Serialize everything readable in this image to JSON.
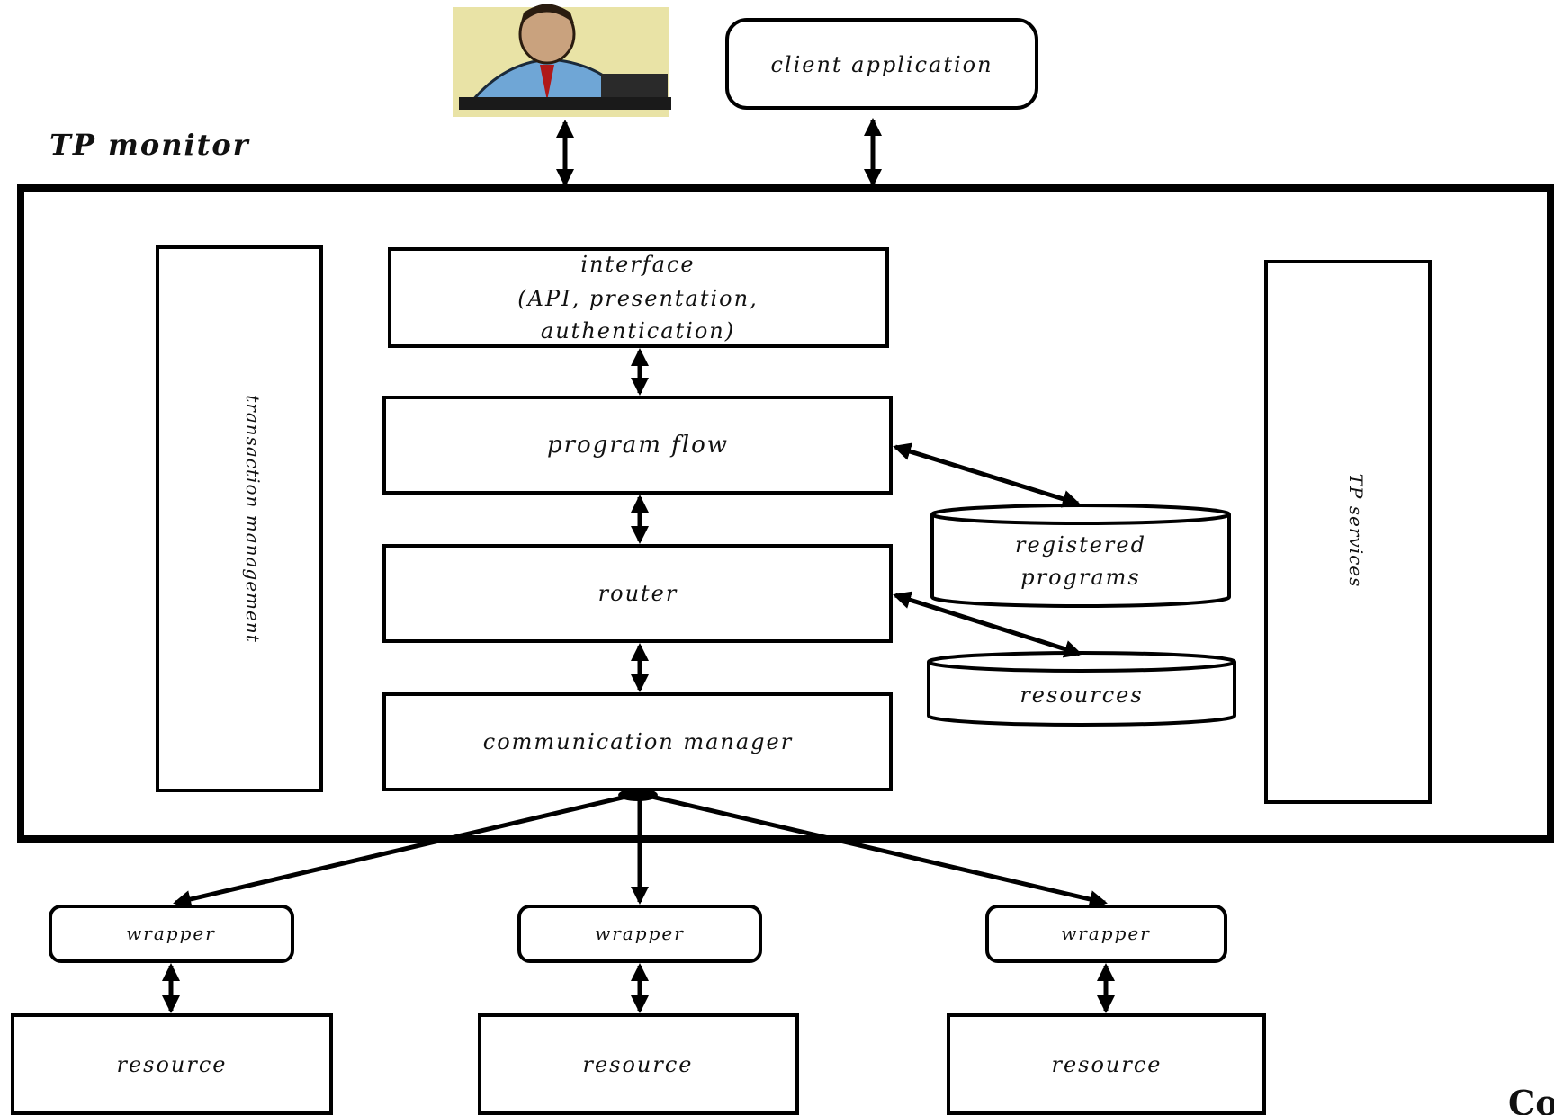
{
  "diagram": {
    "title": "TP monitor",
    "client_application": "client application",
    "transaction_management": "transaction management",
    "interface_lines": [
      "interface",
      "(API, presentation,",
      "authentication)"
    ],
    "program_flow": "program flow",
    "router": "router",
    "communication_manager": "communication manager",
    "registered_programs_lines": [
      "registered",
      "programs"
    ],
    "resources": "resources",
    "tp_services": "TP services",
    "wrappers": [
      "wrapper",
      "wrapper",
      "wrapper"
    ],
    "resource_boxes": [
      "resource",
      "resource",
      "resource"
    ],
    "corner_text": "Co"
  },
  "colors": {
    "stroke": "#000000",
    "background": "#ffffff",
    "user_skin": "#c9a27e",
    "user_shirt": "#6fa6d6",
    "user_backdrop": "#e9e3a6"
  },
  "icons": {
    "user": "user-at-computer-icon"
  }
}
